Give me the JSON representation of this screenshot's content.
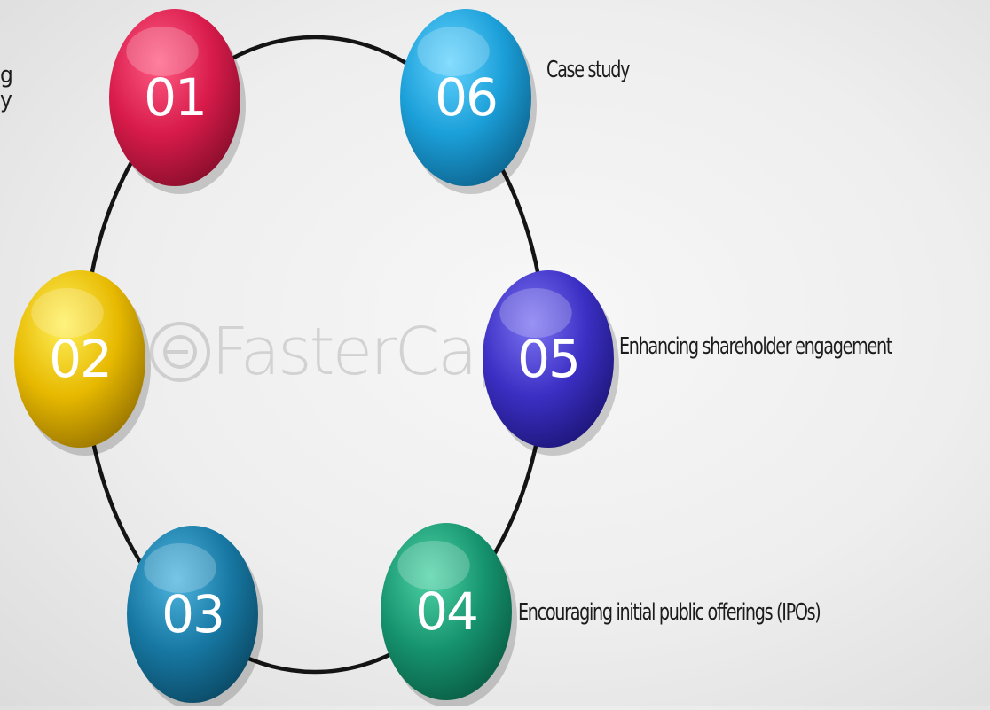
{
  "watermark": {
    "text": "FasterCapital"
  },
  "left_edge_fragments": [
    "g",
    "y"
  ],
  "steps": [
    {
      "number": "01",
      "color": "#d81b4a",
      "highlight": "#ff5c84",
      "shadow": "#8a0e2c",
      "label": ""
    },
    {
      "number": "02",
      "color": "#e7b900",
      "highlight": "#fff05a",
      "shadow": "#9a7600",
      "label": ""
    },
    {
      "number": "03",
      "color": "#1778a3",
      "highlight": "#4fb6e0",
      "shadow": "#0b4a66",
      "label": ""
    },
    {
      "number": "04",
      "color": "#16946f",
      "highlight": "#4fd3a6",
      "shadow": "#0a5e45",
      "label": "Encouraging initial public offerings (IPOs)"
    },
    {
      "number": "05",
      "color": "#3b2fc4",
      "highlight": "#7d74f2",
      "shadow": "#1e167a",
      "label": "Enhancing shareholder engagement"
    },
    {
      "number": "06",
      "color": "#1b9fd8",
      "highlight": "#63d3ff",
      "shadow": "#0d6691",
      "label": "Case study"
    }
  ]
}
